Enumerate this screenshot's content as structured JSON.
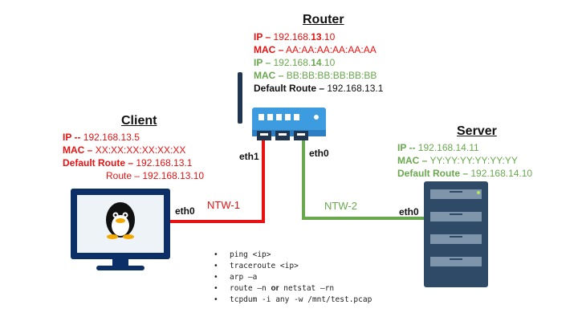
{
  "router": {
    "title": "Router",
    "ip1": {
      "label": "IP –",
      "value_pre": "192.168.",
      "value_bold": "13",
      "value_post": ".10"
    },
    "mac1": {
      "label": "MAC –",
      "value": "AA:AA:AA:AA:AA:AA"
    },
    "ip2": {
      "label": "IP –",
      "value_pre": "192.168.",
      "value_bold": "14",
      "value_post": ".10"
    },
    "mac2": {
      "label": "MAC –",
      "value": "BB:BB:BB:BB:BB:BB"
    },
    "route": {
      "label": "Default Route –",
      "value": "192.168.13.1"
    },
    "eth1": "eth1",
    "eth0": "eth0"
  },
  "client": {
    "title": "Client",
    "ip": {
      "label": "IP --",
      "value": "192.168.13.5"
    },
    "mac": {
      "label": "MAC –",
      "value": "XX:XX:XX:XX:XX:XX"
    },
    "default_route": {
      "label": "Default Route –",
      "value": "192.168.13.1"
    },
    "route": "Route – 192.168.13.10",
    "eth0": "eth0"
  },
  "server": {
    "title": "Server",
    "ip": {
      "label": "IP --",
      "value": "192.168.14.11"
    },
    "mac": {
      "label": "MAC –",
      "value": "YY:YY:YY:YY:YY:YY"
    },
    "default_route": {
      "label": "Default Route –",
      "value": "192.168.14.10"
    },
    "eth0": "eth0"
  },
  "networks": {
    "ntw1": "NTW-1",
    "ntw2": "NTW-2"
  },
  "commands": {
    "bullet": "•",
    "c1": "ping <ip>",
    "c2": "traceroute <ip>",
    "c3": "arp –a",
    "c4a": "route –n",
    "c4or": "or",
    "c4b": "netstat –rn",
    "c5": "tcpdum -i any -w /mnt/test.pcap"
  },
  "colors": {
    "net1": "#e81212",
    "net2": "#6aa84f",
    "router_body": "#3d9be0",
    "monitor": "#0b2f66",
    "server": "#2f4a66"
  }
}
